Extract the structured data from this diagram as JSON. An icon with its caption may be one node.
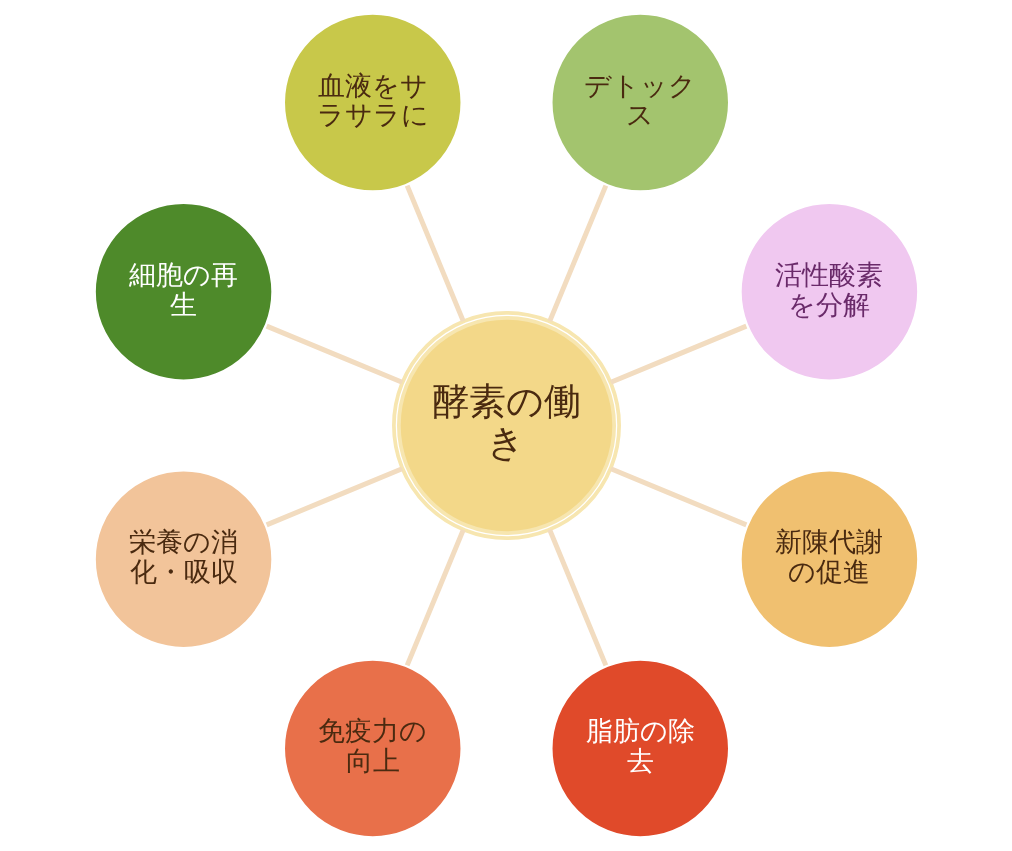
{
  "diagram": {
    "nodes": [
      {
        "text": [
          "酵素の働き"
        ]
      },
      {
        "text": [
          "活性酸素を分解"
        ]
      },
      {
        "text": [
          "デトックス"
        ]
      },
      {
        "text": [
          "血液をサラサラに"
        ]
      },
      {
        "text": [
          "細胞の再生"
        ]
      },
      {
        "text": [
          "栄養の消化・吸収"
        ]
      },
      {
        "text": [
          "免疫力の向上"
        ]
      },
      {
        "text": [
          "脂肪の除去"
        ]
      },
      {
        "text": [
          "新陳代謝の促進"
        ]
      }
    ],
    "edges": [
      {
        "from": 0,
        "to": 1,
        "arrow": "none"
      },
      {
        "from": 0,
        "to": 2,
        "arrow": "none"
      },
      {
        "from": 0,
        "to": 3,
        "arrow": "none"
      },
      {
        "from": 0,
        "to": 4,
        "arrow": "none"
      },
      {
        "from": 0,
        "to": 5,
        "arrow": "none"
      },
      {
        "from": 0,
        "to": 6,
        "arrow": "none"
      },
      {
        "from": 0,
        "to": 7,
        "arrow": "none"
      },
      {
        "from": 0,
        "to": 8,
        "arrow": "none"
      }
    ]
  }
}
